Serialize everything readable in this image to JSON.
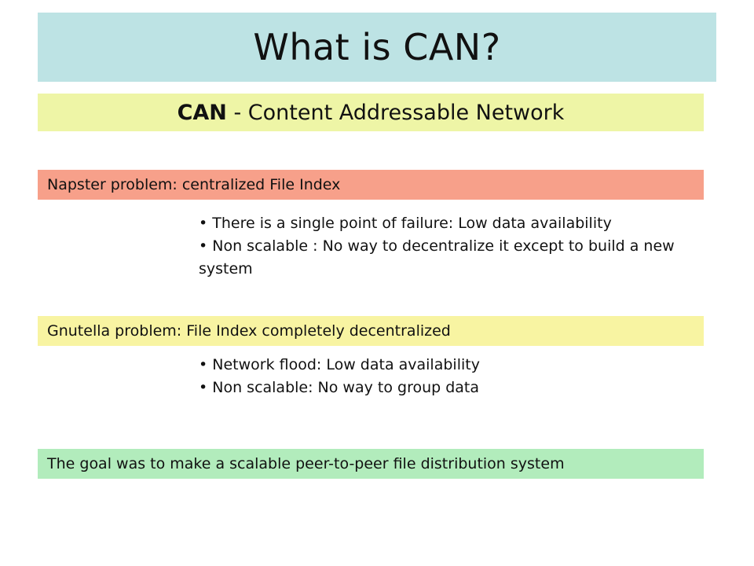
{
  "slide": {
    "title": "What is CAN?",
    "subtitle_bold": "CAN",
    "subtitle_rest": " - Content Addressable Network",
    "napster": {
      "heading": "Napster problem: centralized File Index",
      "bullets": [
        "• There is a single point of failure: Low data availability",
        "• Non scalable : No way to decentralize it except to build a new system"
      ]
    },
    "gnutella": {
      "heading": "Gnutella problem: File Index completely decentralized",
      "bullets": [
        "• Network flood: Low data availability",
        "• Non scalable: No way to group data"
      ]
    },
    "goal": "The goal was to make a scalable peer-to-peer file distribution system"
  },
  "colors": {
    "title_bg": "#bde3e4",
    "subtitle_bg": "#eef5a6",
    "napster_bg": "#f7a08a",
    "gnutella_bg": "#f8f4a2",
    "goal_bg": "#b2ecbc"
  }
}
